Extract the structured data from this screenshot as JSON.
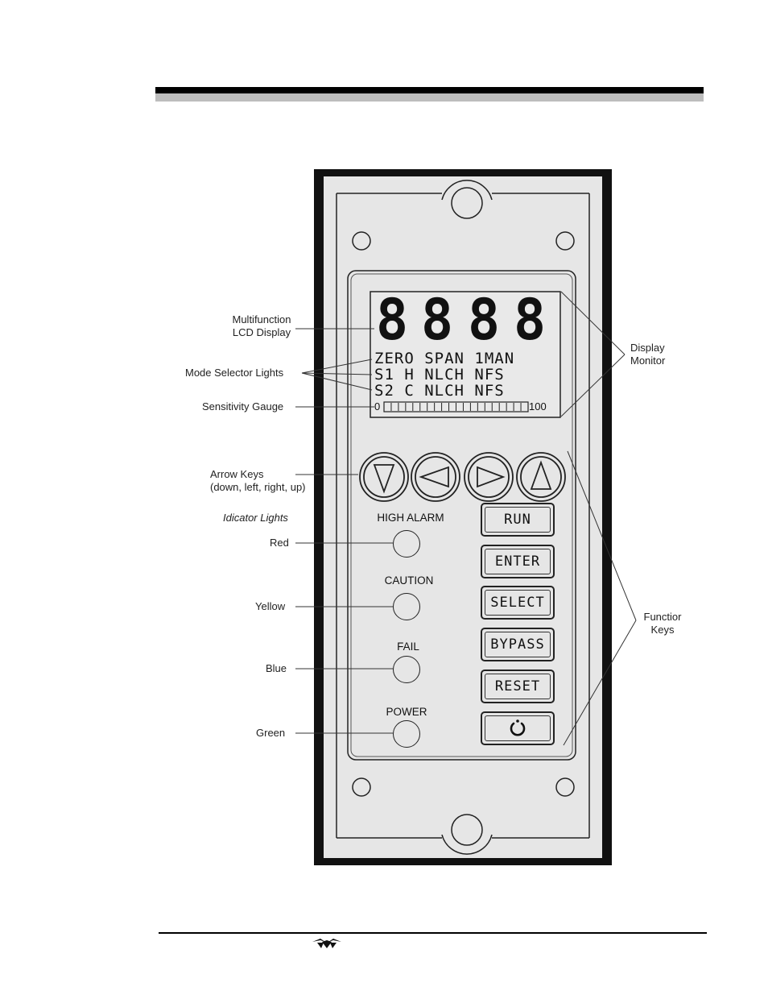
{
  "callouts": {
    "lcd_display": [
      "Multifunction",
      "LCD Display"
    ],
    "mode_selector": "Mode Selector Lights",
    "sensitivity": "Sensitivity Gauge",
    "arrow_keys": [
      "Arrow Keys",
      "(down, left, right, up)"
    ],
    "indicator_lights": "Idicator Lights",
    "red": "Red",
    "yellow": "Yellow",
    "blue": "Blue",
    "green": "Green",
    "display_monitor": [
      "Display",
      "Monitor"
    ],
    "function_keys": [
      "Functior",
      "Keys"
    ]
  },
  "lcd": {
    "digits": [
      "8",
      "8",
      "8",
      "8"
    ],
    "row1": "ZERO SPAN 1MAN",
    "row2": "S1 H NLCH NFS",
    "row3": "S2 C NLCH NFS",
    "gauge_min": "0",
    "gauge_max": "100"
  },
  "arrow_keys": [
    {
      "name": "down-arrow-key",
      "icon": "triangle-down-icon"
    },
    {
      "name": "left-arrow-key",
      "icon": "triangle-left-icon"
    },
    {
      "name": "right-arrow-key",
      "icon": "triangle-right-icon"
    },
    {
      "name": "up-arrow-key",
      "icon": "triangle-up-icon"
    }
  ],
  "indicators": [
    {
      "label": "HIGH ALARM",
      "color": "Red"
    },
    {
      "label": "CAUTION",
      "color": "Yellow"
    },
    {
      "label": "FAIL",
      "color": "Blue"
    },
    {
      "label": "POWER",
      "color": "Green"
    }
  ],
  "function_keys": [
    "RUN",
    "ENTER",
    "SELECT",
    "BYPASS",
    "RESET"
  ],
  "power_key_icon": "power-icon",
  "colors": {
    "panel_frame": "#111111",
    "panel_face": "#e6e6e6",
    "header_rule": "#000000",
    "header_shade": "#bdbdbd"
  }
}
